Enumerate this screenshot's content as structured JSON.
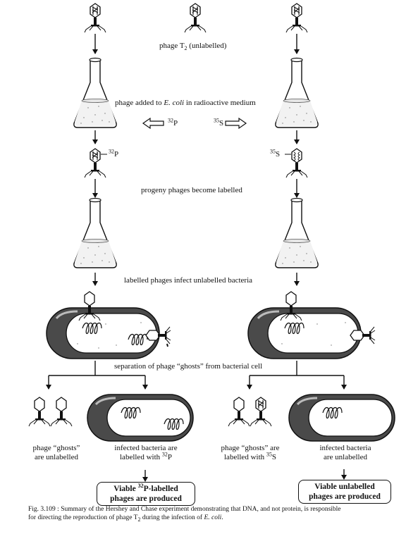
{
  "labels": {
    "phage_t2_main": "phage T",
    "phage_t2_sub": "2",
    "phage_t2_tail": " (unlabelled)",
    "phage_added_pre": "phage added to ",
    "phage_added_ecoli": "E. coli",
    "phage_added_post": " in radioactive medium",
    "p32_sup": "32",
    "p32_el": "P",
    "s35_sup": "35",
    "s35_el": "S",
    "progeny": "progeny phages become labelled",
    "infect": "labelled phages infect unlabelled bacteria",
    "separation": "separation of phage “ghosts” from bacterial cell",
    "ghosts_left_1": "phage “ghosts”",
    "ghosts_left_2": "are unlabelled",
    "infected_left_1": "infected bacteria are",
    "infected_left_2": "labelled with ",
    "ghosts_right_1": "phage “ghosts” are",
    "ghosts_right_2": "labelled with ",
    "infected_right_1": "infected bacteria",
    "infected_right_2": "are unlabelled"
  },
  "result_boxes": {
    "left_line1_pre": "Viable ",
    "left_line1_post": "P-labelled",
    "left_line2": "phages are produced",
    "right_line1": "Viable unlabelled",
    "right_line2": "phages are produced"
  },
  "caption": {
    "fig": "Fig. 3.109 :",
    "line1": " Summary of the Hershey and Chase experiment demonstrating that DNA, and not protein, is responsible",
    "line2_pre": "for directing the reproduction of phage T",
    "line2_sub": "2",
    "line2_mid": " during the infection of ",
    "line2_ecoli": "E. coli",
    "line2_end": "."
  }
}
